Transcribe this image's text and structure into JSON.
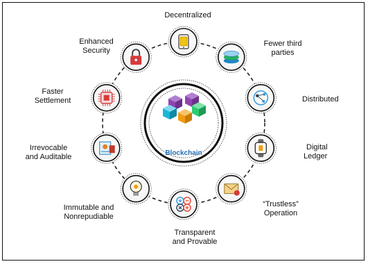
{
  "center": {
    "title": "Blockchain"
  },
  "features": [
    {
      "id": "decentralized",
      "icon": "tablet-network-icon",
      "lines": [
        "Decentralized",
        ""
      ]
    },
    {
      "id": "fewer-third-parties",
      "icon": "stacked-discs-icon",
      "lines": [
        "Fewer third",
        "parties"
      ]
    },
    {
      "id": "distributed",
      "icon": "network-nodes-icon",
      "lines": [
        "Distributed",
        ""
      ]
    },
    {
      "id": "digital-ledger",
      "icon": "smartwatch-ledger-icon",
      "lines": [
        "Digital",
        "Ledger"
      ]
    },
    {
      "id": "trustless-operation",
      "icon": "envelope-alert-icon",
      "lines": [
        "“Trustless”",
        "Operation"
      ]
    },
    {
      "id": "transparent-provable",
      "icon": "math-operators-icon",
      "lines": [
        "Transparent",
        "and Provable"
      ]
    },
    {
      "id": "immutable-nonrepudiable",
      "icon": "lightbulb-gear-icon",
      "lines": [
        "Immutable and",
        "Nonrepudiable"
      ]
    },
    {
      "id": "irrevocable-auditable",
      "icon": "document-screen-icon",
      "lines": [
        "Irrevocable",
        "and Auditable"
      ]
    },
    {
      "id": "faster-settlement",
      "icon": "chip-icon",
      "lines": [
        "Faster",
        "Settlement"
      ]
    },
    {
      "id": "enhanced-security",
      "icon": "padlock-icon",
      "lines": [
        "Enhanced",
        "Security"
      ]
    }
  ],
  "colors": {
    "blockchain_text": "#1f6fb4",
    "cube_purple": "#8e44ad",
    "cube_green": "#2ecc71",
    "cube_cyan": "#18b7d8",
    "cube_orange": "#f39c12",
    "accent_red": "#d63b3b"
  }
}
